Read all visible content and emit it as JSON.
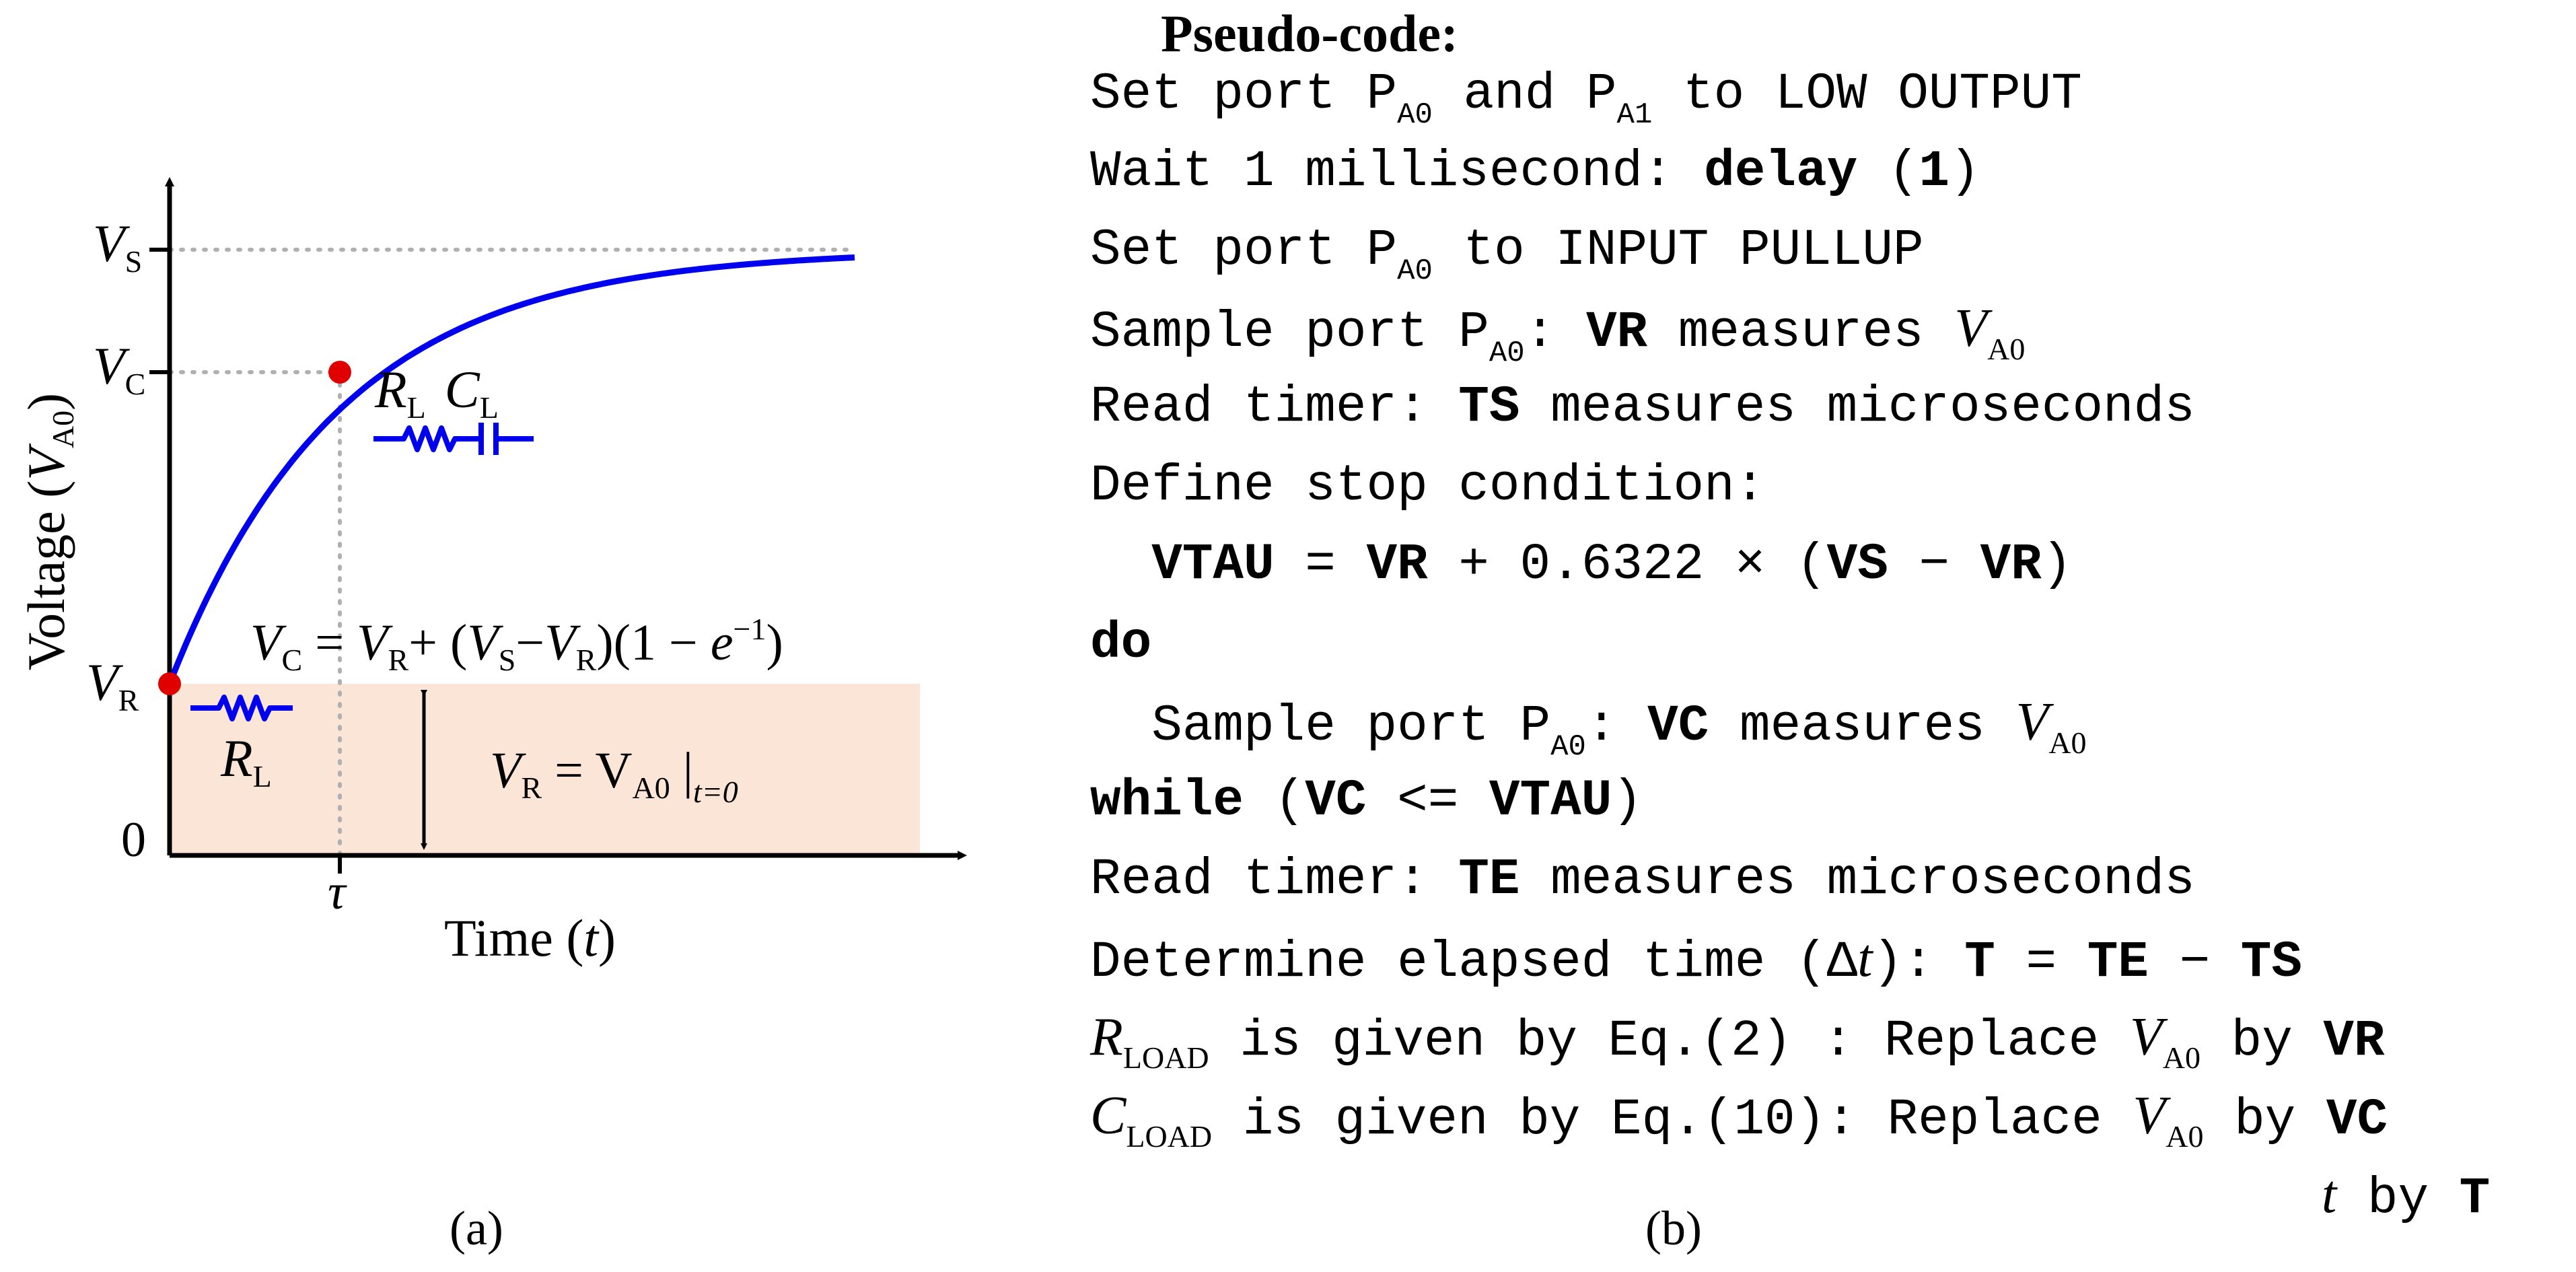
{
  "panel_a": {
    "caption": "(a)",
    "y_axis_label": {
      "main": "Voltage (",
      "var": "V",
      "sub": "A0",
      "close": ")"
    },
    "x_axis_label": {
      "main": "Time (",
      "var": "t",
      "close": ")"
    },
    "ticks": {
      "vs": {
        "var": "V",
        "sub": "S"
      },
      "vc": {
        "var": "V",
        "sub": "C"
      },
      "vr": {
        "var": "V",
        "sub": "R"
      },
      "zero": "0",
      "tau": "τ"
    },
    "component_rc": {
      "r": "R",
      "r_sub": "L",
      "c": "C",
      "c_sub": "L"
    },
    "component_r": {
      "r": "R",
      "r_sub": "L"
    },
    "equation_vc": {
      "lhs": "V",
      "lhs_sub": "C",
      "eq": " = ",
      "t1": "V",
      "t1_sub": "R",
      "plus": "+ (",
      "t2": "V",
      "t2_sub": "S",
      "minus": "−",
      "t3": "V",
      "t3_sub": "R",
      "tail": ")(1 − ",
      "e": "e",
      "exp": "−1",
      "end": ")"
    },
    "equation_vr": {
      "lhs": "V",
      "lhs_sub": "R",
      "eq": " = V",
      "sub": "A0",
      "bar": " |",
      "cond": "t=0"
    },
    "colors": {
      "curve": "#0000ee",
      "point": "#e00000",
      "shade": "#fbe5d6",
      "guide": "#b0b0b0"
    },
    "icons": [
      "resistor-icon",
      "capacitor-icon"
    ]
  },
  "panel_b": {
    "caption": "(b)",
    "title": "Pseudo-code:",
    "lines": {
      "l1": {
        "a": "Set port P",
        "s1": "A0",
        "b": " and P",
        "s2": "A1",
        "c": " to LOW OUTPUT"
      },
      "l2": {
        "a": "Wait 1 millisecond: ",
        "kw": "delay",
        "b": " (",
        "kw2": "1",
        "c": ")"
      },
      "l3": {
        "a": "Set port P",
        "s1": "A0",
        "b": " to INPUT PULLUP"
      },
      "l4": {
        "a": "Sample port P",
        "s1": "A0",
        "b": ": ",
        "kw": "VR",
        "c": " measures ",
        "v": "V",
        "vs": "A0"
      },
      "l5": {
        "a": "Read timer: ",
        "kw": "TS",
        "b": " measures microseconds"
      },
      "l6": {
        "a": "Define stop condition:"
      },
      "l7": {
        "a": "  ",
        "kw": "VTAU",
        "b": " = ",
        "kw2": "VR",
        "c": " + 0.6322 × (",
        "kw3": "VS",
        "d": " − ",
        "kw4": "VR",
        "e": ")"
      },
      "l8": {
        "kw": "do"
      },
      "l9": {
        "a": "  Sample port P",
        "s1": "A0",
        "b": ": ",
        "kw": "VC",
        "c": " measures ",
        "v": "V",
        "vs": "A0"
      },
      "l10": {
        "kw": "while",
        "a": " (",
        "kw2": "VC",
        "b": " <= ",
        "kw3": "VTAU",
        "c": ")"
      },
      "l11": {
        "a": "Read timer: ",
        "kw": "TE",
        "b": " measures microseconds"
      },
      "l12": {
        "a": "Determine elapsed time (Δ",
        "v": "t",
        "b": "): ",
        "kw": "T",
        "c": " = ",
        "kw2": "TE",
        "d": " − ",
        "kw3": "TS"
      },
      "l13": {
        "v": "R",
        "vs": "LOAD",
        "a": " is given by Eq.(2) : Replace ",
        "v2": "V",
        "vs2": "A0",
        "b": " by ",
        "kw": "VR"
      },
      "l14": {
        "v": "C",
        "vs": "LOAD",
        "a": " is given by Eq.(10): Replace ",
        "v2": "V",
        "vs2": "A0",
        "b": " by ",
        "kw": "VC"
      },
      "l15": {
        "v": "t",
        "a": " by ",
        "kw": "T"
      }
    }
  }
}
